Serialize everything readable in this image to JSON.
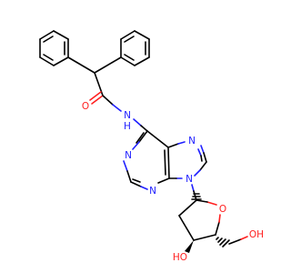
{
  "colors": {
    "carbon": "#000000",
    "nitrogen": "#1f1fff",
    "oxygen": "#ff1f1f",
    "background": "#ffffff"
  },
  "atom_labels": {
    "amide_o": "O",
    "amide_nh": "N",
    "amide_h": "H",
    "purine_n7": "N",
    "purine_n1": "N",
    "purine_n3": "N",
    "purine_n9": "N",
    "ring_o": "O",
    "ho_3prime": "HO",
    "oh_5prime": "OH"
  }
}
